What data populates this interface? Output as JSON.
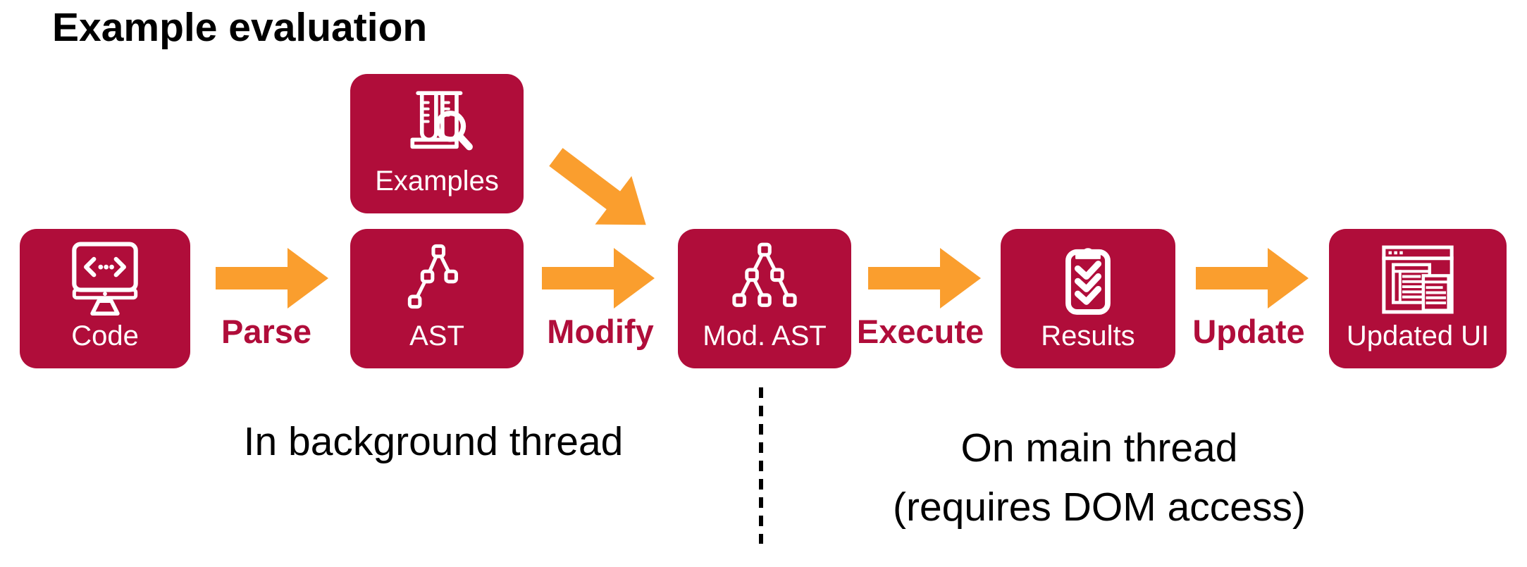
{
  "title": "Example evaluation",
  "colors": {
    "crimson": "#B00D3A",
    "orange": "#FA9E2E",
    "ink": "#000000",
    "box-text": "#FFFFFF"
  },
  "nodes": [
    {
      "id": "code",
      "label": "Code",
      "icon": "code-monitor-icon"
    },
    {
      "id": "examples",
      "label": "Examples",
      "icon": "test-tubes-magnifier-icon"
    },
    {
      "id": "ast",
      "label": "AST",
      "icon": "syntax-tree-icon"
    },
    {
      "id": "mod-ast",
      "label": "Mod. AST",
      "icon": "modified-syntax-tree-icon"
    },
    {
      "id": "results",
      "label": "Results",
      "icon": "clipboard-checklist-icon"
    },
    {
      "id": "updated-ui",
      "label": "Updated UI",
      "icon": "browser-window-icon"
    }
  ],
  "edges": [
    {
      "from": "Code",
      "to": "AST",
      "label": "Parse"
    },
    {
      "from": "AST",
      "to": "Mod. AST",
      "label": "Modify"
    },
    {
      "from": "Examples",
      "to": "Mod. AST",
      "label": ""
    },
    {
      "from": "Mod. AST",
      "to": "Results",
      "label": "Execute"
    },
    {
      "from": "Results",
      "to": "Updated UI",
      "label": "Update"
    }
  ],
  "sections": {
    "background_thread": "In background thread",
    "main_thread_line1": "On main thread",
    "main_thread_line2": "(requires DOM access)"
  }
}
